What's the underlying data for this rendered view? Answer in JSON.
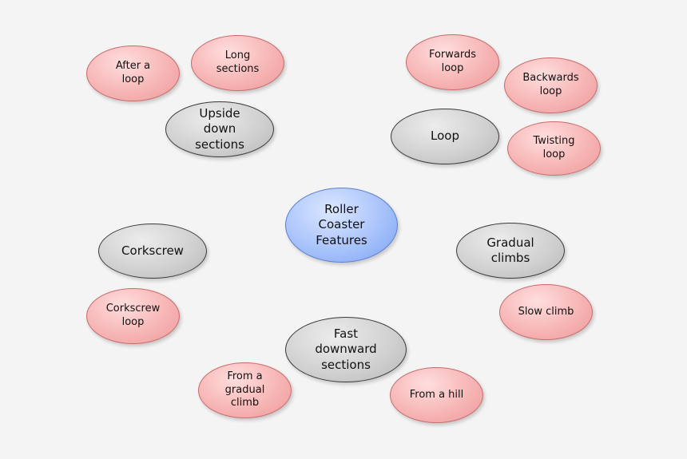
{
  "diagram": {
    "center": "Roller\nCoaster\nFeatures",
    "categories": {
      "upside_down": "Upside\ndown\nsections",
      "loop": "Loop",
      "corkscrew": "Corkscrew",
      "gradual_climbs": "Gradual\nclimbs",
      "fast_downward": "Fast\ndownward\nsections"
    },
    "details": {
      "after_a_loop": "After a\nloop",
      "long_sections": "Long\nsections",
      "forwards_loop": "Forwards\nloop",
      "backwards_loop": "Backwards\nloop",
      "twisting_loop": "Twisting\nloop",
      "corkscrew_loop": "Corkscrew\nloop",
      "slow_climb": "Slow climb",
      "from_gradual_climb": "From a\ngradual\nclimb",
      "from_a_hill": "From a hill"
    },
    "colors": {
      "center": "#a9c3fb",
      "category": "#cfcfcf",
      "detail": "#f6b2b2"
    }
  }
}
